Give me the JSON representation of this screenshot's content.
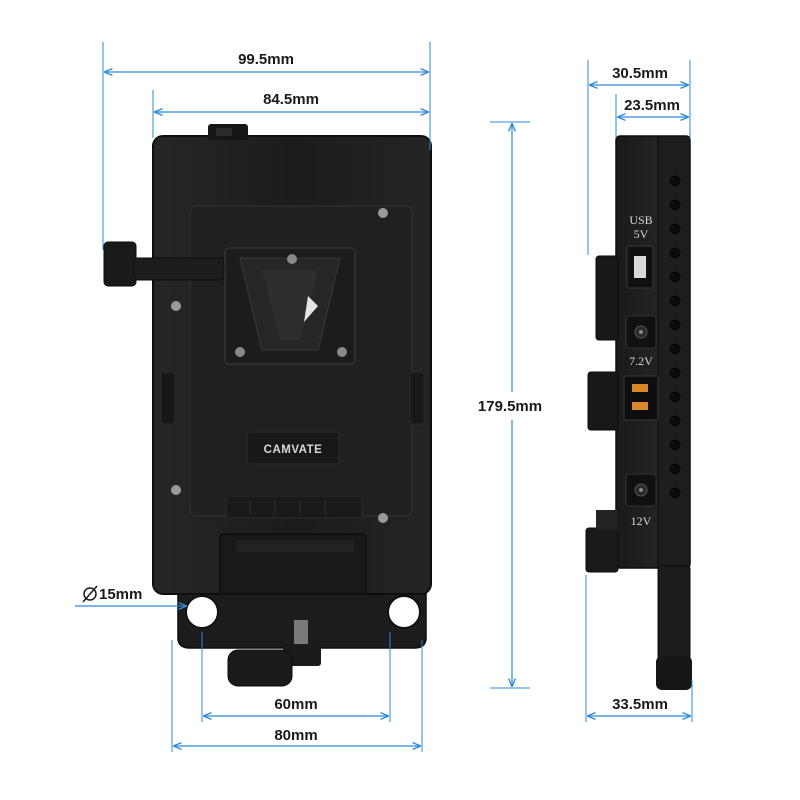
{
  "product": {
    "brand": "CAMVATE",
    "side_port_labels": {
      "usb_top": "USB",
      "usb_bottom": "5V",
      "dtap": "7.2V",
      "dc_12v": "12V"
    }
  },
  "dimensions": {
    "overall_width": "99.5mm",
    "plate_width": "84.5mm",
    "height": "179.5mm",
    "rod_diameter": "15mm",
    "rod_spacing": "60mm",
    "clamp_width": "80mm",
    "depth_total": "30.5mm",
    "depth_body": "23.5mm",
    "depth_base": "33.5mm"
  },
  "colors": {
    "dimension_line": "#2e8ad6",
    "device_body": "#1e1e1e"
  }
}
